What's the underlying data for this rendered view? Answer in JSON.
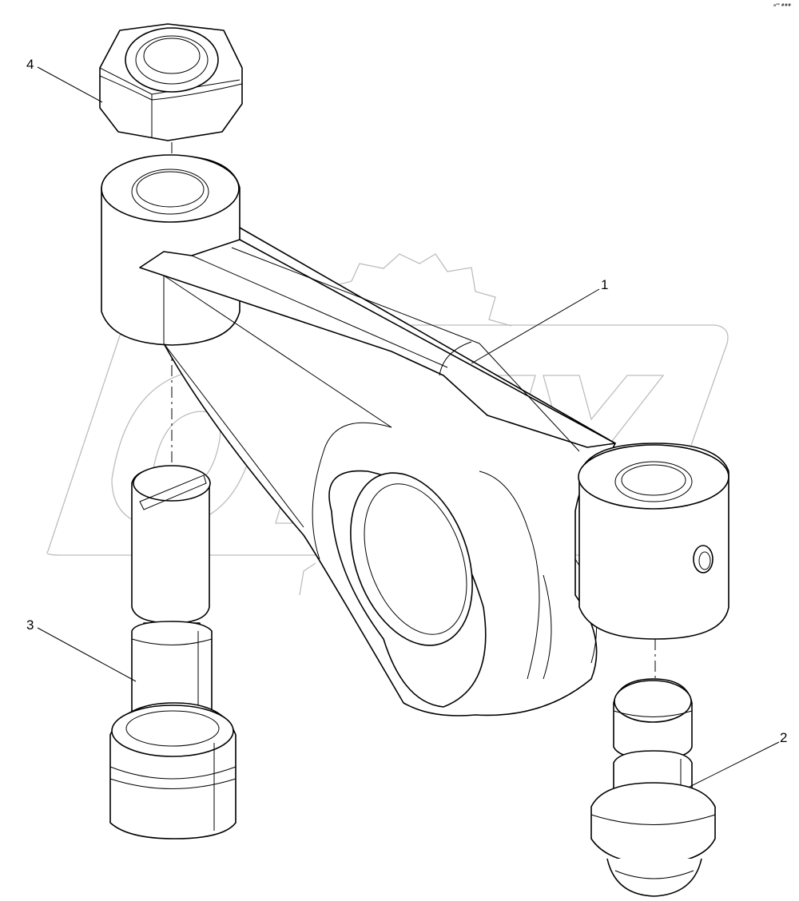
{
  "diagram": {
    "corner_mark": "a** ###",
    "watermark": "OPEX",
    "callouts": [
      {
        "id": "1",
        "label": "1"
      },
      {
        "id": "2",
        "label": "2"
      },
      {
        "id": "3",
        "label": "3"
      },
      {
        "id": "4",
        "label": "4"
      }
    ],
    "parts": [
      {
        "callout": "1",
        "icon": "rocker-arm-icon"
      },
      {
        "callout": "2",
        "icon": "ball-stud-icon"
      },
      {
        "callout": "3",
        "icon": "adjusting-screw-icon"
      },
      {
        "callout": "4",
        "icon": "hex-nut-icon"
      }
    ]
  }
}
